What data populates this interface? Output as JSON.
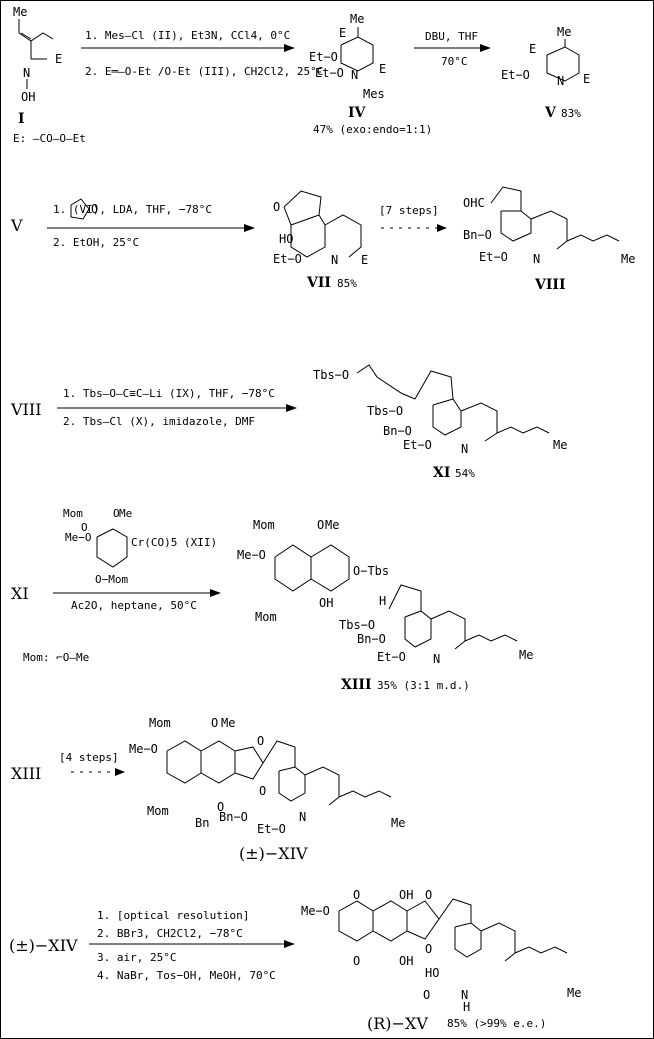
{
  "steps": [
    {
      "start": "I",
      "reagents": [
        "1. Mes—Cl (II), Et3N, CCl4, 0°C",
        "2. E═—O-Et /O-Et (III), CH2Cl2, 25°C"
      ],
      "product": "IV",
      "product_yield": "47% (exo:endo=1:1)",
      "second_reagents": [
        "DBU, THF",
        "70°C"
      ],
      "second_product": "V",
      "second_yield": "83%",
      "note": "E: —CO—O—Et"
    },
    {
      "start": "V",
      "reagents": [
        "1. (VI), LDA, THF, −78°C",
        "2. EtOH, 25°C"
      ],
      "product": "VII",
      "product_yield": "85%",
      "second_reagents": [
        "[7 steps]"
      ],
      "second_product": "VIII"
    },
    {
      "start": "VIII",
      "reagents": [
        "1. Tbs—O—C≡C—Li (IX), THF, −78°C",
        "2. Tbs—Cl (X), imidazole, DMF"
      ],
      "product": "XI",
      "product_yield": "54%"
    },
    {
      "start": "XI",
      "reagents": [
        "Cr(CO)5 (XII)",
        "Ac2O, heptane, 50°C"
      ],
      "product": "XIII",
      "product_yield": "35% (3:1 m.d.)",
      "note": "Mom: ⌐O—Me"
    },
    {
      "start": "XIII",
      "reagents": [
        "[4 steps]"
      ],
      "product": "(±)−XIV"
    },
    {
      "start": "(±)−XIV",
      "reagents": [
        "1. [optical resolution]",
        "2. BBr3, CH2Cl2, −78°C",
        "3. air, 25°C",
        "4. NaBr, Tos−OH, MeOH, 70°C"
      ],
      "product": "(R)−XV",
      "product_yield": "85% (>99% e.e.)"
    }
  ]
}
